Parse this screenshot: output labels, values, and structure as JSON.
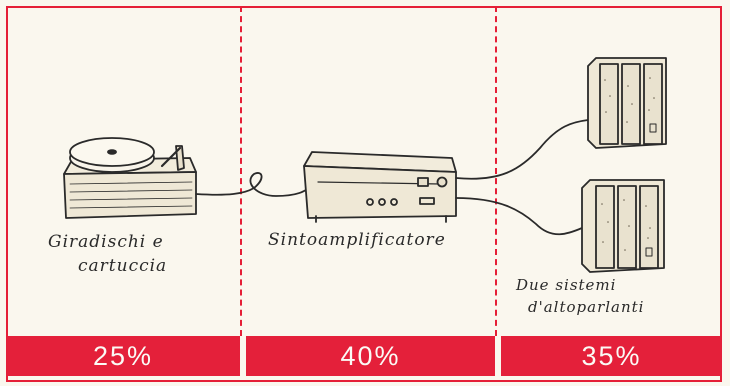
{
  "sections": [
    {
      "label_line1": "Giradischi e",
      "label_line2": "cartuccia",
      "share": "25%"
    },
    {
      "label_line1": "Sintoamplificatore",
      "label_line2": "",
      "share": "40%"
    },
    {
      "label_line1": "Due sistemi",
      "label_line2": "d'altoparlanti",
      "share": "35%"
    }
  ],
  "colors": {
    "accent": "#e4203a",
    "background": "#faf7ee",
    "ink": "#2a2a2a"
  }
}
